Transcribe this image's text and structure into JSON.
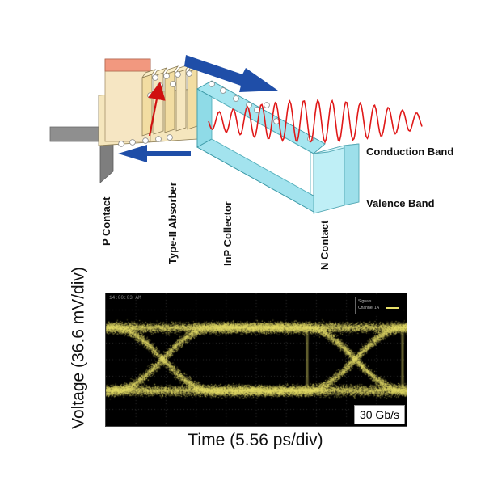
{
  "device": {
    "labels": {
      "p_contact": "P Contact",
      "absorber": "Type-II Absorber",
      "collector": "InP Collector",
      "n_contact": "N Contact",
      "conduction_band": "Conduction Band",
      "valence_band": "Valence Band"
    },
    "colors": {
      "arrow": "#1f4ea8",
      "wave": "#e01818",
      "p_contact_top": "#f4a58e",
      "p_contact_body": "#f7e9c8",
      "absorber": "#f3e4b4",
      "collector": "#9ee3ef",
      "n_contact": "#b9eef6",
      "contact_plate": "#8c8c8c"
    }
  },
  "eye_diagram": {
    "timestamp": "14:00:03 AM",
    "legend_title": "Signals",
    "legend_channel": "Channel 1A",
    "trace_color": "#e8e06a",
    "bit_rate": "30 Gb/s",
    "y_label": "Voltage (36.6 mV/div)",
    "x_label": "Time (5.56 ps/div)"
  }
}
